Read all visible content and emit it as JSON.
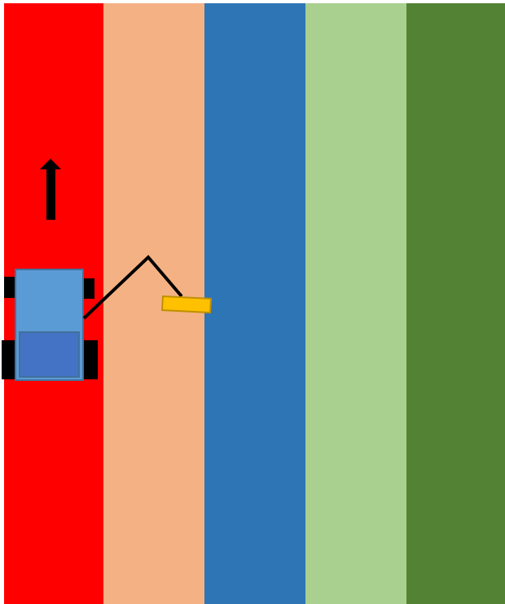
{
  "stripes": [
    {
      "name": "stripe-1",
      "color": "#ff0000"
    },
    {
      "name": "stripe-2",
      "color": "#f4b183"
    },
    {
      "name": "stripe-3",
      "color": "#2e75b6"
    },
    {
      "name": "stripe-4",
      "color": "#a9d08e"
    },
    {
      "name": "stripe-5",
      "color": "#548235"
    }
  ],
  "robot": {
    "body_color": "#5b9bd5",
    "cab_color": "#4472c4",
    "outline_color": "#41719c",
    "wheel_color": "#000000"
  },
  "arm": {
    "color": "#000000"
  },
  "gripper": {
    "color": "#ffc000",
    "outline_color": "#bf9000"
  },
  "direction_arrow": {
    "icon": "arrow-up-icon",
    "color": "#000000"
  }
}
